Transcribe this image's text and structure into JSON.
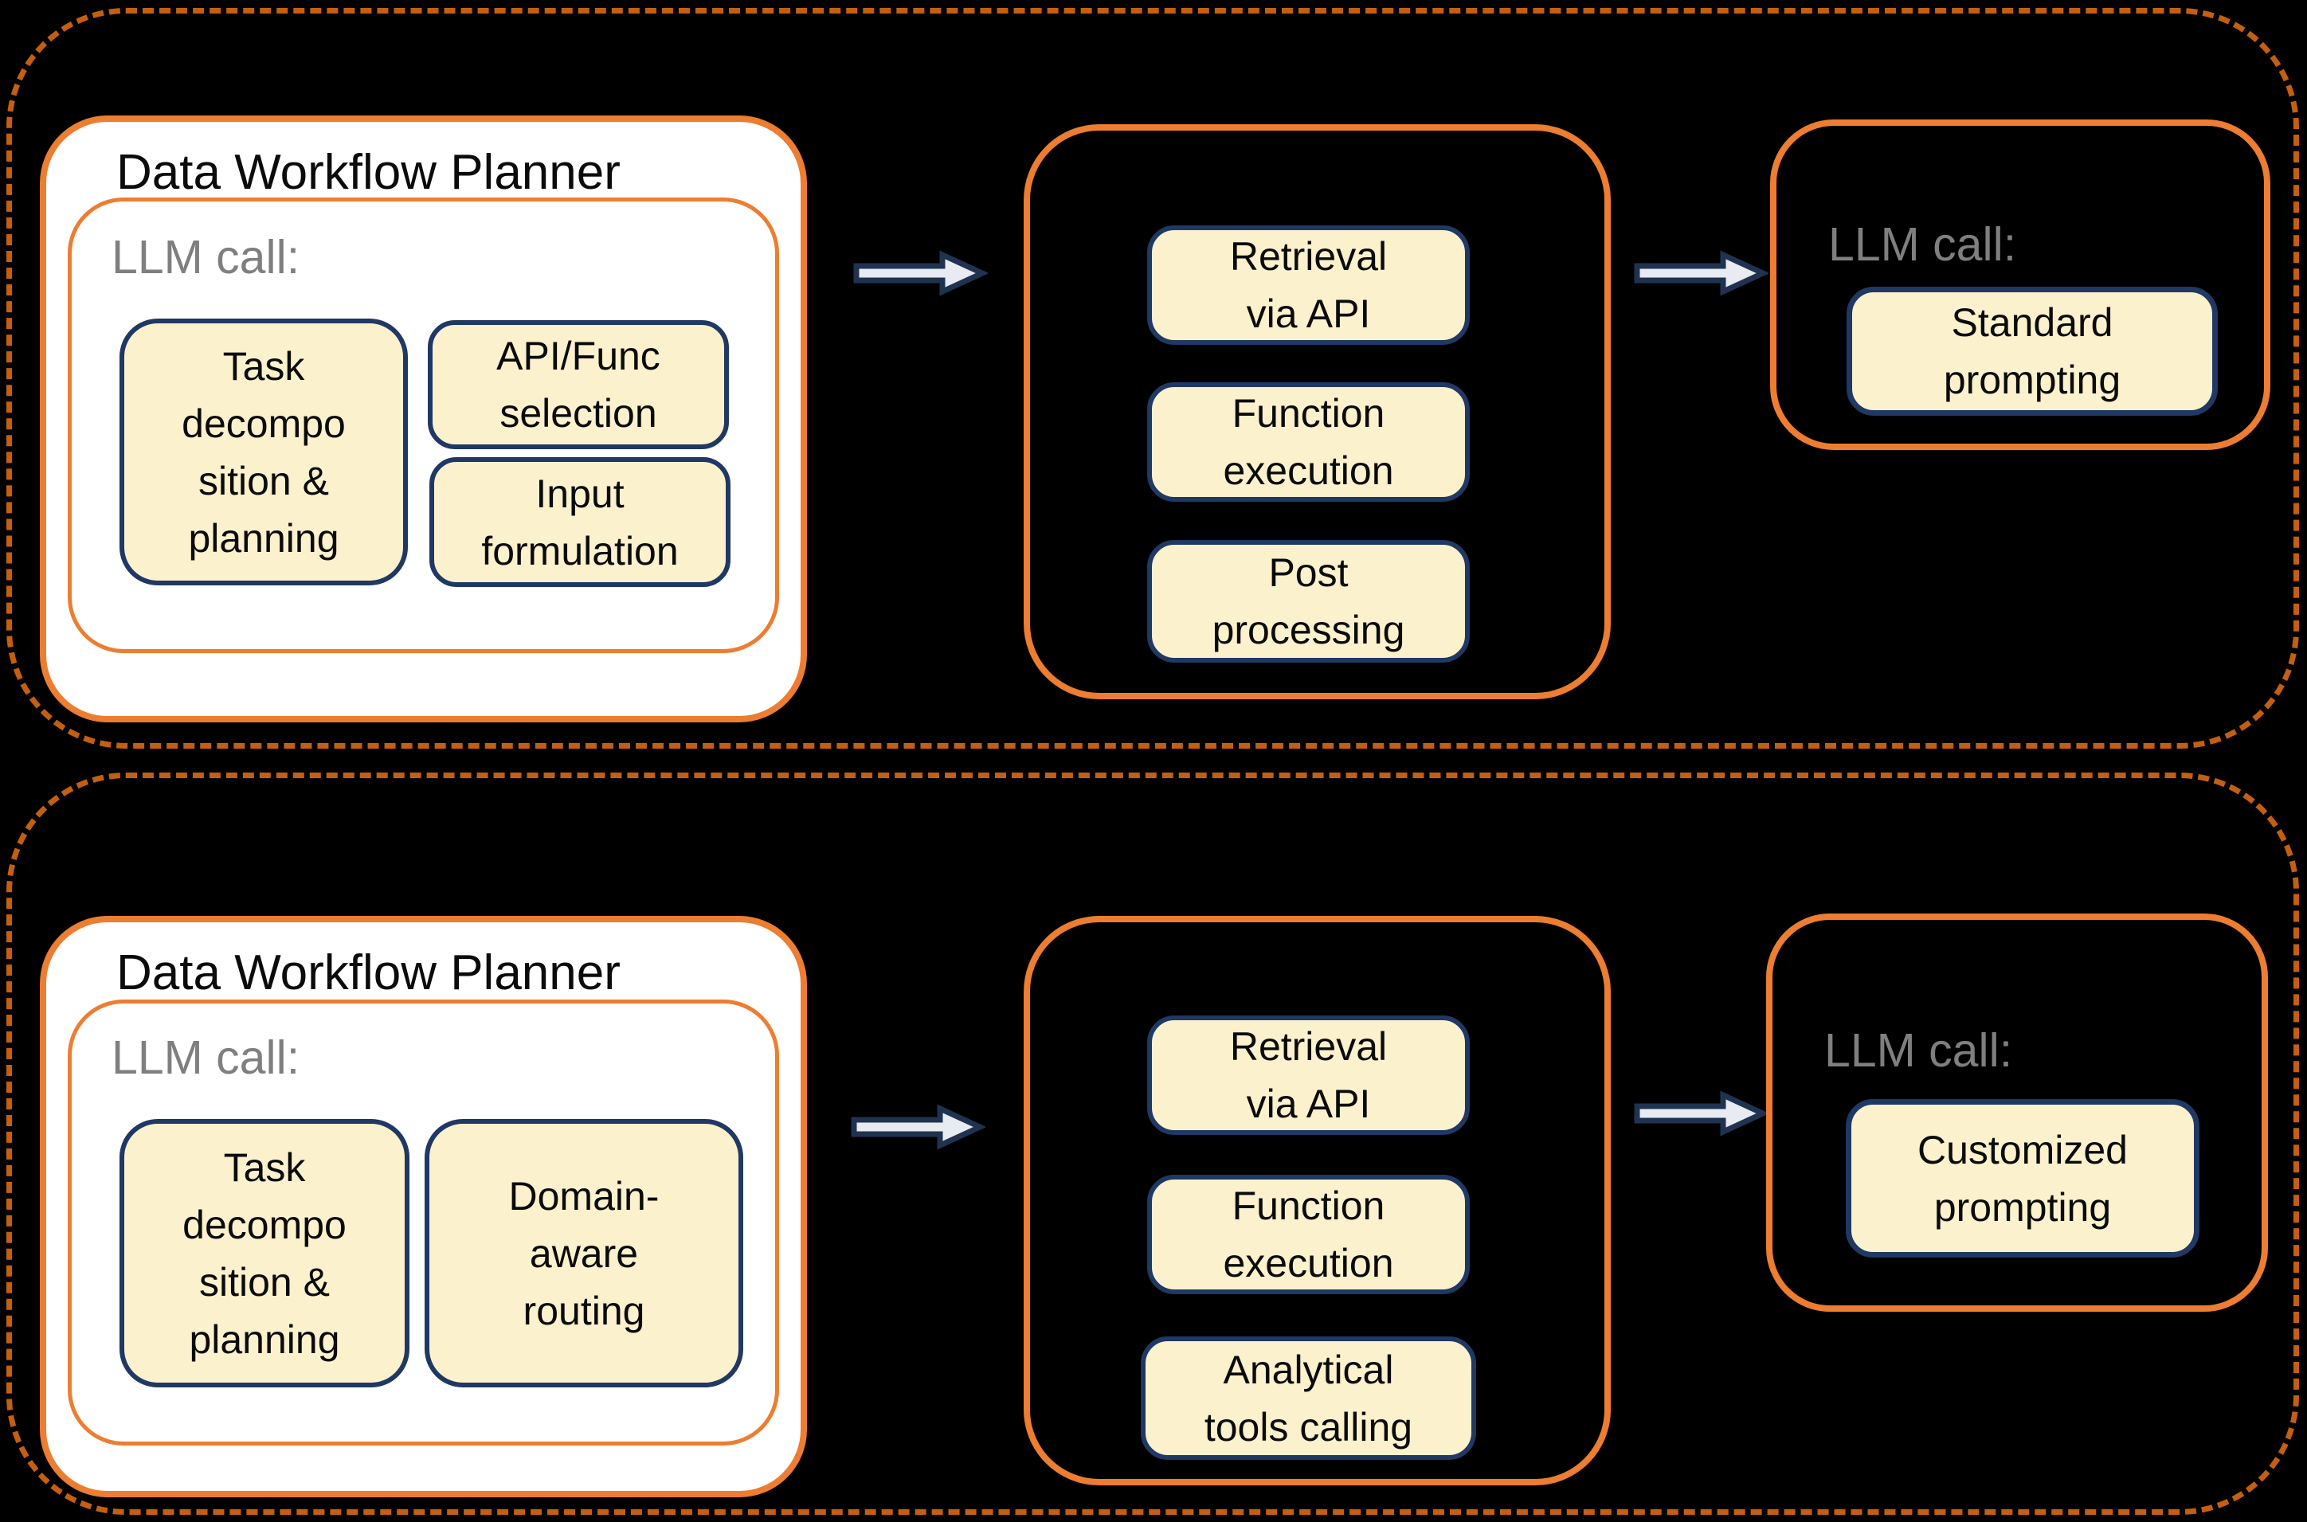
{
  "colors": {
    "background": "#000000",
    "dashed_frame_border": "#C45F11",
    "solid_orange_border": "#ED7D31",
    "step_box_border_navy": "#1F3864",
    "step_box_fill_yellow": "#FBF1CD",
    "arrow_fill": "#E9EBF2",
    "arrow_border_navy": "#1F3350",
    "llm_label_gray": "#7F7F7F",
    "planner_fill": "#FFFFFF",
    "text_black": "#0B0B0B"
  },
  "rows": [
    {
      "planner": {
        "title": "Data Workflow Planner",
        "llm_call_label": "LLM call:",
        "task_box": "Task\ndecompo\nsition &\nplanning",
        "selection_box": "API/Func\nselection",
        "input_box": "Input\nformulation"
      },
      "pipeline": {
        "steps": [
          "Retrieval\nvia API",
          "Function\nexecution",
          "Post\nprocessing"
        ]
      },
      "llm_output": {
        "llm_call_label": "LLM call:",
        "prompt_box": "Standard\nprompting"
      }
    },
    {
      "planner": {
        "title": "Data Workflow Planner",
        "llm_call_label": "LLM call:",
        "task_box": "Task\ndecompo\nsition &\nplanning",
        "routing_box": "Domain-\naware\nrouting"
      },
      "pipeline": {
        "steps": [
          "Retrieval\nvia API",
          "Function\nexecution",
          "Analytical\ntools calling"
        ]
      },
      "llm_output": {
        "llm_call_label": "LLM call:",
        "prompt_box": "Customized\nprompting"
      }
    }
  ]
}
